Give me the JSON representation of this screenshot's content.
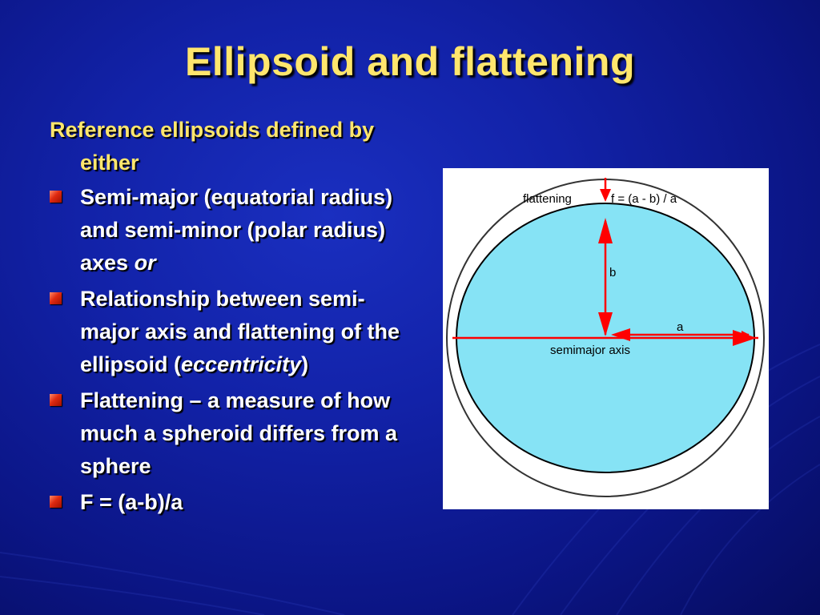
{
  "slide": {
    "title": "Ellipsoid and flattening",
    "intro": "Reference ellipsoids defined by either",
    "bullets": [
      {
        "text": "Semi-major (equatorial radius) and semi-minor (polar radius) axes ",
        "italic_suffix": "or"
      },
      {
        "text_before": "Relationship between semi-major axis and flattening of the ellipsoid (",
        "italic": "eccentricity",
        "text_after": ")"
      },
      {
        "text": "Flattening – a measure of how much a spheroid differs from a sphere"
      },
      {
        "text": "F = (a-b)/a"
      }
    ],
    "colors": {
      "background": "#1222a8",
      "title": "#ffe66d",
      "intro": "#ffe66d",
      "body_text": "#ffffff",
      "bullet": "#e02a10",
      "ellipse_fill": "#86e3f5",
      "arrow": "#ff0000"
    }
  },
  "figure": {
    "label_flattening": "flattening",
    "label_formula": "f = (a - b) / a",
    "label_b": "b",
    "label_a": "a",
    "label_semimajor": "semimajor axis"
  }
}
